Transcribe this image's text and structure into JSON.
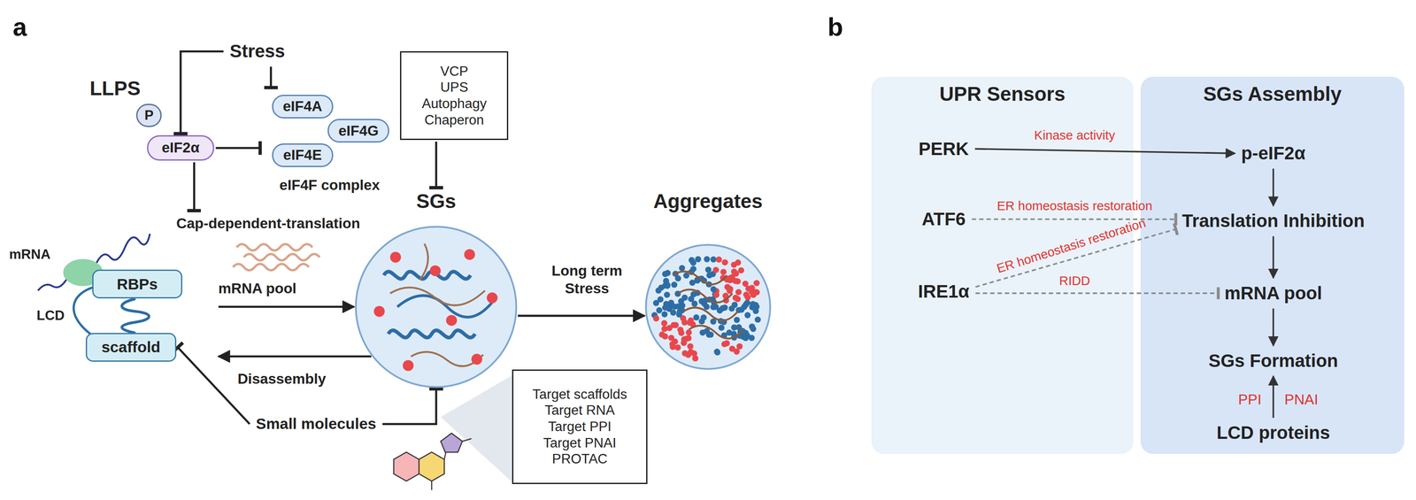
{
  "diagram": {
    "nodes": [
      {
        "text": [
          "Stress"
        ]
      },
      {
        "text": [
          "P"
        ]
      },
      {
        "text": [
          "eIF2α"
        ]
      },
      {
        "text": [
          "eIF4F complex"
        ]
      },
      {
        "text": [
          "eIF4A"
        ],
        "in": 3
      },
      {
        "text": [
          "eIF4G"
        ],
        "in": 3
      },
      {
        "text": [
          "eIF4E"
        ],
        "in": 3
      },
      {
        "text": [
          "Cap-dependent-translation"
        ]
      },
      {
        "text": [
          "LLPS"
        ]
      },
      {
        "text": [
          "RBPs"
        ],
        "in": 8
      },
      {
        "text": [
          "scaffold"
        ],
        "in": 8
      },
      {
        "text": [
          "VCP",
          "UPS",
          "Autophagy",
          "Chaperon"
        ]
      },
      {
        "text": [
          "SGs"
        ]
      },
      {
        "text": [
          "Aggregates"
        ]
      },
      {
        "text": [
          "Small molecules"
        ]
      },
      {
        "text": [
          "Target scaffolds",
          "Target RNA",
          "Target PPI",
          "Target PNAI",
          "PROTAC"
        ]
      },
      {
        "text": [
          "UPR Sensors"
        ]
      },
      {
        "text": [
          "PERK"
        ],
        "in": 16
      },
      {
        "text": [
          "ATF6"
        ],
        "in": 16
      },
      {
        "text": [
          "IRE1α"
        ],
        "in": 16
      },
      {
        "text": [
          "SGs Assembly"
        ]
      },
      {
        "text": [
          "p-eIF2α"
        ],
        "in": 20
      },
      {
        "text": [
          "Translation Inhibition"
        ],
        "in": 20
      },
      {
        "text": [
          "mRNA pool"
        ],
        "in": 20
      },
      {
        "text": [
          "SGs Formation"
        ],
        "in": 20
      },
      {
        "text": [
          "LCD proteins"
        ],
        "in": 20
      }
    ],
    "edges": [
      {
        "from": 0,
        "to": 2,
        "arrow": "to"
      },
      {
        "from": 0,
        "to": 3,
        "arrow": "to"
      },
      {
        "from": 2,
        "to": 3,
        "arrow": "to"
      },
      {
        "from": 2,
        "to": 7,
        "arrow": "to"
      },
      {
        "from": 8,
        "to": 12,
        "label": "mRNA pool",
        "arrow": "to"
      },
      {
        "from": 12,
        "to": 8,
        "label": "Disassembly",
        "arrow": "to"
      },
      {
        "from": 14,
        "to": 10,
        "arrow": "to"
      },
      {
        "from": 14,
        "to": 12,
        "arrow": "to"
      },
      {
        "from": 11,
        "to": 12,
        "arrow": "to"
      },
      {
        "from": 12,
        "to": 13,
        "label": "Long term Stress",
        "arrow": "to"
      },
      {
        "from": 17,
        "to": 21,
        "label": "Kinase activity",
        "arrow": "to"
      },
      {
        "from": 18,
        "to": 22,
        "label": "ER homeostasis restoration",
        "arrow": "to"
      },
      {
        "from": 19,
        "to": 22,
        "label": "ER homeostasis restoration",
        "arrow": "to"
      },
      {
        "from": 19,
        "to": 23,
        "label": "RIDD",
        "arrow": "to"
      },
      {
        "from": 21,
        "to": 22,
        "arrow": "to"
      },
      {
        "from": 22,
        "to": 23,
        "arrow": "to"
      },
      {
        "from": 23,
        "to": 24,
        "arrow": "to"
      },
      {
        "from": 25,
        "to": 24,
        "arrow": "to"
      }
    ],
    "labels": [
      "a",
      "mRNA",
      "LCD",
      "b",
      "PPI",
      "PNAI"
    ]
  }
}
